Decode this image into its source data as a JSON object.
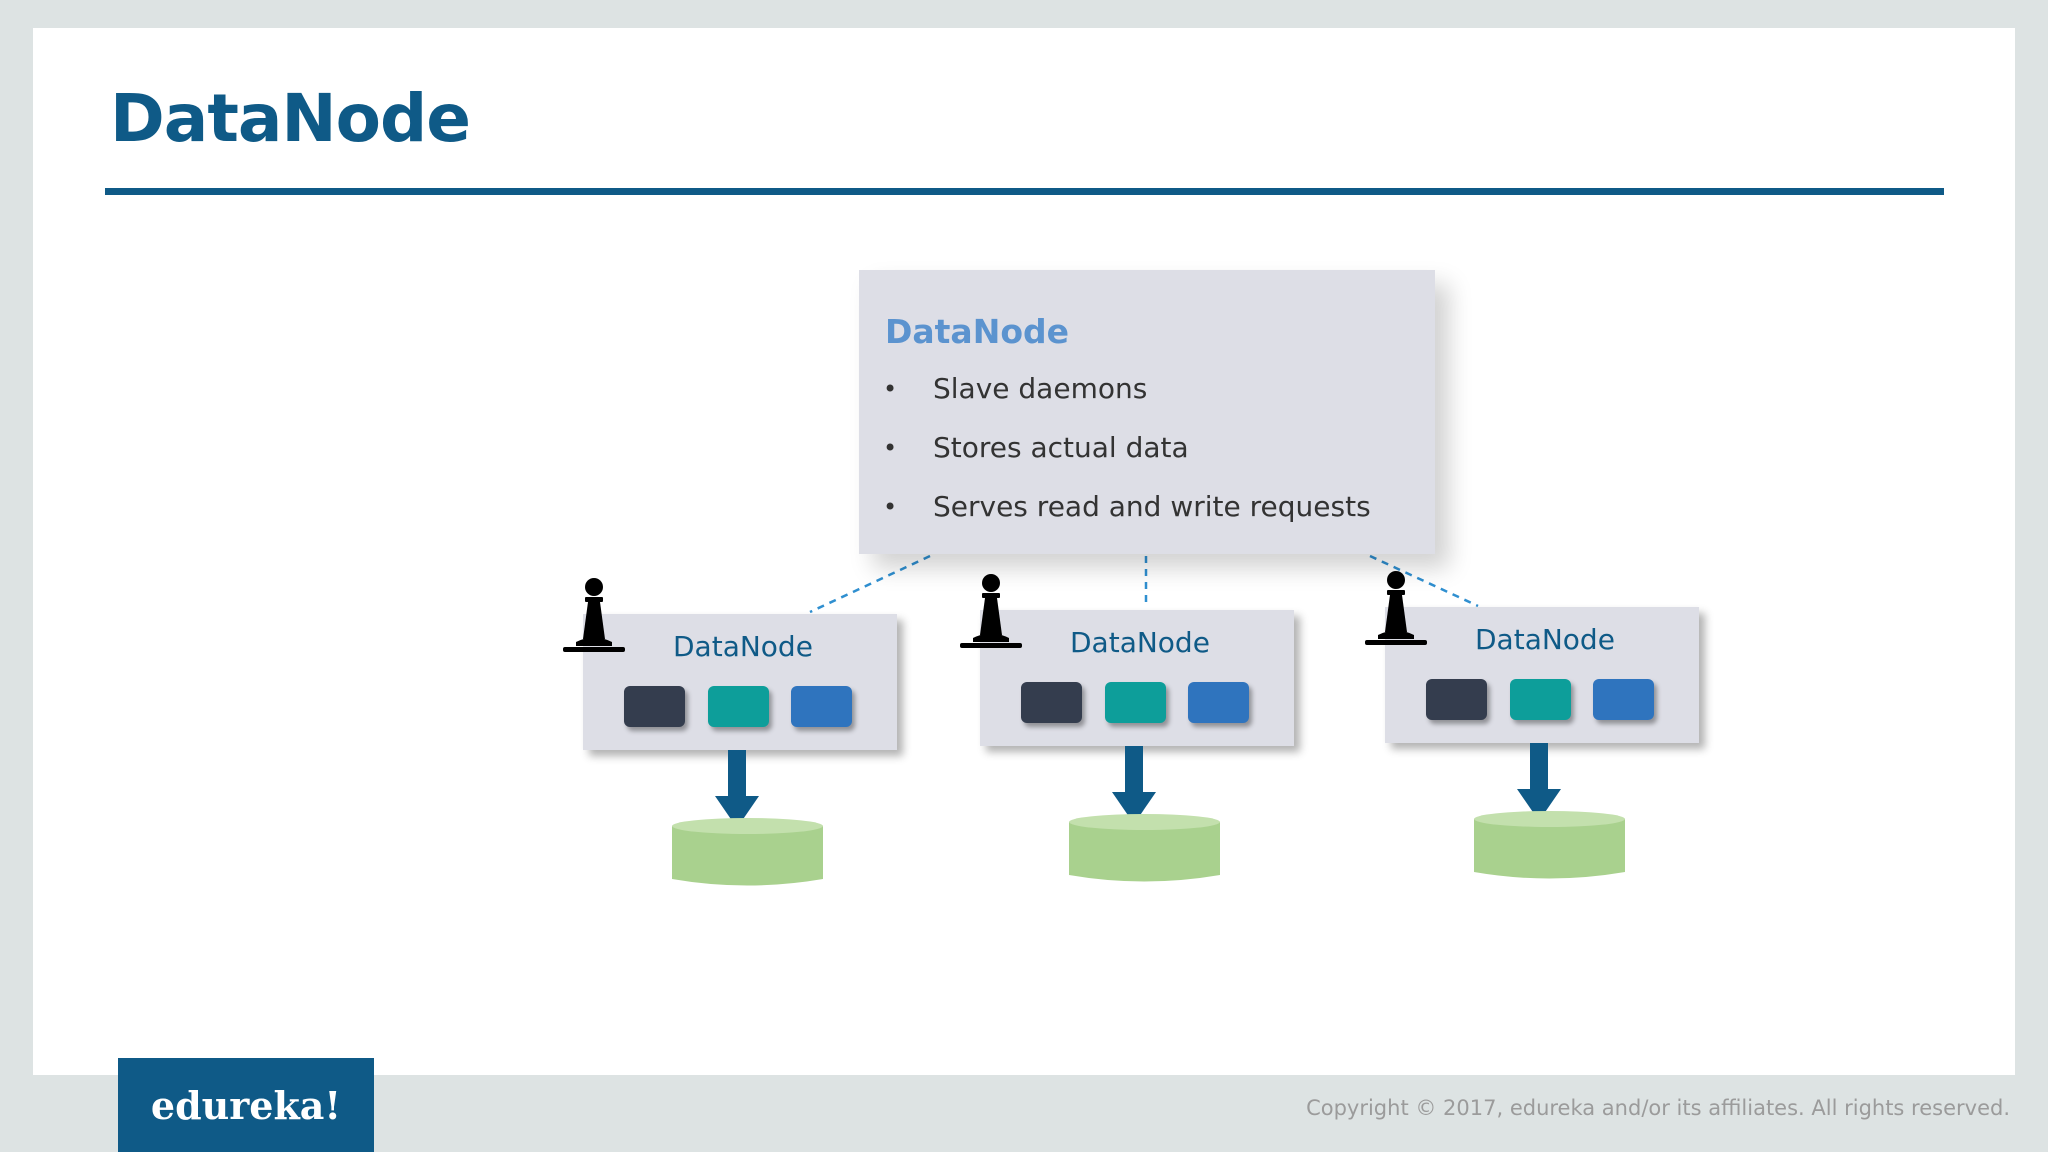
{
  "slide": {
    "title": "DataNode"
  },
  "info_box": {
    "title": "DataNode",
    "bullet_symbol": "•",
    "items": [
      "Slave daemons",
      "Stores actual data",
      "Serves read and write requests"
    ]
  },
  "nodes": [
    {
      "label": "DataNode"
    },
    {
      "label": "DataNode"
    },
    {
      "label": "DataNode"
    }
  ],
  "colors": {
    "brand_blue": "#0f5a87",
    "info_title": "#5b93cf",
    "box_bg": "#dddee6",
    "block_dark": "#343d4e",
    "block_teal": "#0d9e9a",
    "block_blue": "#2f74be",
    "disk_green": "#a9d18e",
    "arrow": "#0f5a87"
  },
  "icons": {
    "node_icon": "pawn-icon",
    "arrow": "down-arrow-icon",
    "storage": "database-cylinder-icon"
  },
  "footer": {
    "logo_text": "edureka!",
    "copyright": "Copyright © 2017, edureka and/or its affiliates. All rights reserved."
  }
}
